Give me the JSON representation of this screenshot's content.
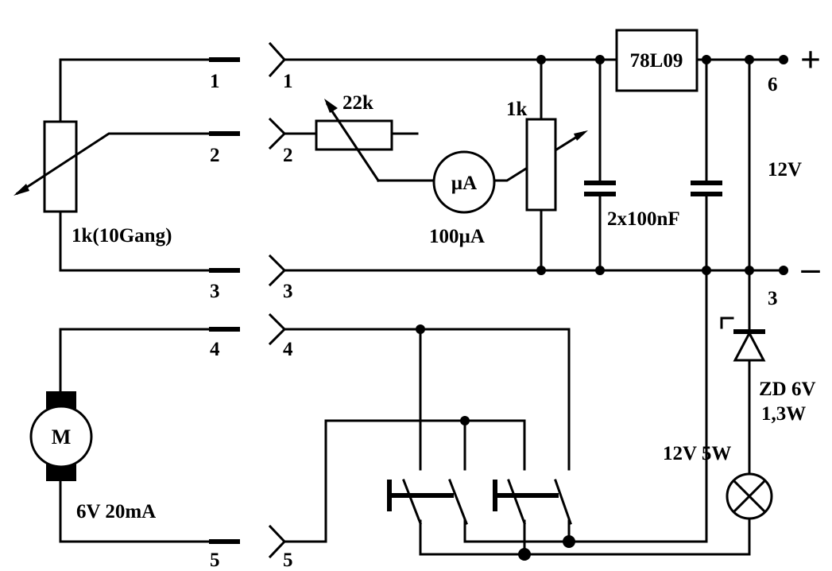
{
  "left_pins": [
    "1",
    "2",
    "3",
    "4",
    "5"
  ],
  "right_pins": [
    "1",
    "2",
    "3",
    "4",
    "5"
  ],
  "components": {
    "pot_left_label": "1k(10Gang)",
    "resistor_label": "22k",
    "meter_symbol": "µA",
    "meter_label": "100µA",
    "trimmer_label": "1k",
    "regulator_label": "78L09",
    "capacitors_label": "2x100nF",
    "motor_symbol": "M",
    "motor_label": "6V 20mA",
    "zener_label_line1": "ZD 6V",
    "zener_label_line2": "1,3W",
    "lamp_label": "12V 5W"
  },
  "supply": {
    "plus_pin": "6",
    "plus_symbol": "+",
    "voltage_label": "12V",
    "minus_pin": "3",
    "minus_symbol": "–"
  }
}
